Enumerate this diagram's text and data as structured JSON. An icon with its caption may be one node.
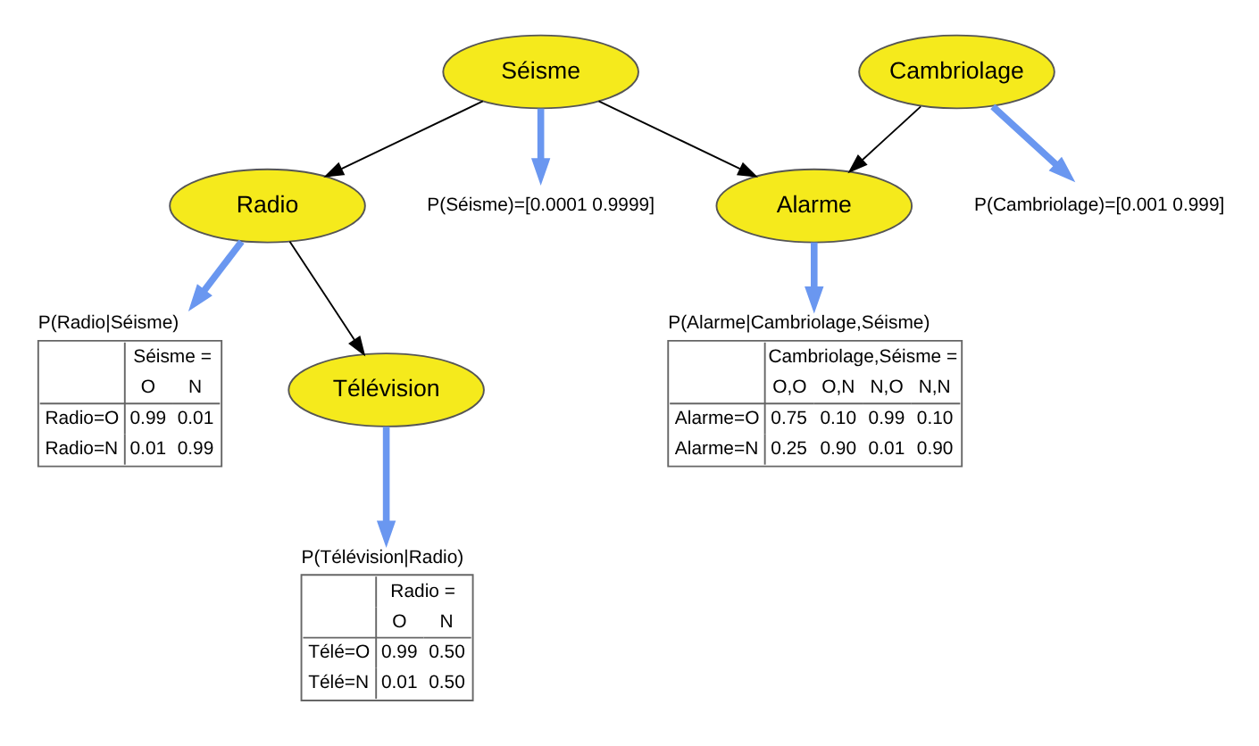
{
  "diagram": {
    "nodes": [
      {
        "text": [
          "P(Radio|Séisme)",
          "Séisme =",
          "O",
          "N",
          "Radio=O",
          "0.99",
          "0.01",
          "Radio=N",
          "0.01",
          "0.99"
        ]
      },
      {
        "text": [
          "P(Cambriolage)=[0.001 0.999]"
        ]
      },
      {
        "text": [
          "P(Séisme)=[0.0001 0.9999]"
        ]
      },
      {
        "text": [
          "Cambriolage"
        ]
      },
      {
        "text": [
          "Séisme"
        ]
      },
      {
        "text": [
          "P(Télévision|Radio)",
          "Radio =",
          "O",
          "N",
          "Télé=O",
          "0.99",
          "0.50",
          "Télé=N",
          "0.01",
          "0.50"
        ]
      },
      {
        "text": [
          "Alarme"
        ]
      },
      {
        "text": [
          "Radio"
        ]
      },
      {
        "text": [
          "P(Alarme|Cambriolage,Séisme)",
          "Cambriolage,Séisme =",
          "O,O",
          "O,N",
          "N,O",
          "N,N",
          "Alarme=O",
          "0.75",
          "0.10",
          "0.99",
          "0.10",
          "Alarme=N",
          "0.25",
          "0.90",
          "0.01",
          "0.90"
        ]
      },
      {
        "text": [
          "Télévision"
        ]
      }
    ],
    "edges": [
      {
        "from": 3,
        "to": 6,
        "arrow": "to",
        "color": "#000000"
      },
      {
        "from": 4,
        "to": 6,
        "arrow": "to",
        "color": "#000000"
      },
      {
        "from": 4,
        "to": 7,
        "arrow": "to",
        "color": "#000000"
      },
      {
        "from": 7,
        "to": 9,
        "arrow": "to",
        "color": "#000000"
      },
      {
        "from": 3,
        "to": 1,
        "arrow": "to"
      },
      {
        "from": 4,
        "to": 2,
        "arrow": "to"
      },
      {
        "from": 6,
        "to": 8,
        "arrow": "to"
      },
      {
        "from": 7,
        "to": 0,
        "arrow": "to"
      },
      {
        "from": 9,
        "to": 5,
        "arrow": "to"
      }
    ]
  }
}
